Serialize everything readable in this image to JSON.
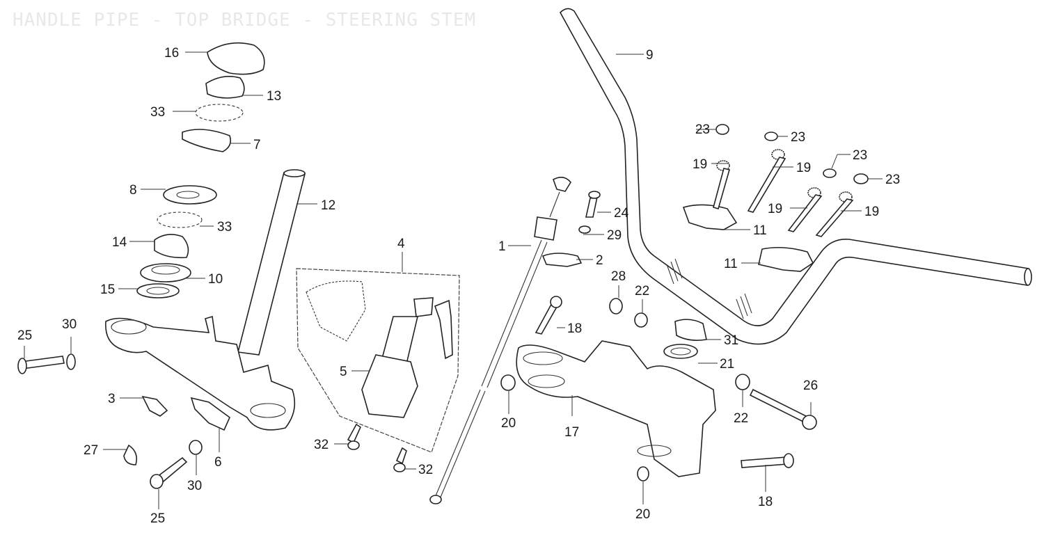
{
  "title": "HANDLE PIPE - TOP BRIDGE - STEERING STEM",
  "callouts": [
    {
      "id": "c16",
      "label": "16"
    },
    {
      "id": "c13",
      "label": "13"
    },
    {
      "id": "c33a",
      "label": "33"
    },
    {
      "id": "c7",
      "label": "7"
    },
    {
      "id": "c8",
      "label": "8"
    },
    {
      "id": "c33b",
      "label": "33"
    },
    {
      "id": "c12",
      "label": "12"
    },
    {
      "id": "c14",
      "label": "14"
    },
    {
      "id": "c10",
      "label": "10"
    },
    {
      "id": "c15",
      "label": "15"
    },
    {
      "id": "c25a",
      "label": "25"
    },
    {
      "id": "c30a",
      "label": "30"
    },
    {
      "id": "c3",
      "label": "3"
    },
    {
      "id": "c27",
      "label": "27"
    },
    {
      "id": "c6",
      "label": "6"
    },
    {
      "id": "c30b",
      "label": "30"
    },
    {
      "id": "c25b",
      "label": "25"
    },
    {
      "id": "c4",
      "label": "4"
    },
    {
      "id": "c5",
      "label": "5"
    },
    {
      "id": "c32a",
      "label": "32"
    },
    {
      "id": "c32b",
      "label": "32"
    },
    {
      "id": "c1",
      "label": "1"
    },
    {
      "id": "c24",
      "label": "24"
    },
    {
      "id": "c29",
      "label": "29"
    },
    {
      "id": "c2",
      "label": "2"
    },
    {
      "id": "c28",
      "label": "28"
    },
    {
      "id": "c22a",
      "label": "22"
    },
    {
      "id": "c18a",
      "label": "18"
    },
    {
      "id": "c20a",
      "label": "20"
    },
    {
      "id": "c17",
      "label": "17"
    },
    {
      "id": "c20b",
      "label": "20"
    },
    {
      "id": "c9",
      "label": "9"
    },
    {
      "id": "c23a",
      "label": "23"
    },
    {
      "id": "c23b",
      "label": "23"
    },
    {
      "id": "c23c",
      "label": "23"
    },
    {
      "id": "c23d",
      "label": "23"
    },
    {
      "id": "c19a",
      "label": "19"
    },
    {
      "id": "c19b",
      "label": "19"
    },
    {
      "id": "c19c",
      "label": "19"
    },
    {
      "id": "c19d",
      "label": "19"
    },
    {
      "id": "c11a",
      "label": "11"
    },
    {
      "id": "c11b",
      "label": "11"
    },
    {
      "id": "c31",
      "label": "31"
    },
    {
      "id": "c21",
      "label": "21"
    },
    {
      "id": "c22b",
      "label": "22"
    },
    {
      "id": "c26",
      "label": "26"
    },
    {
      "id": "c18b",
      "label": "18"
    }
  ]
}
